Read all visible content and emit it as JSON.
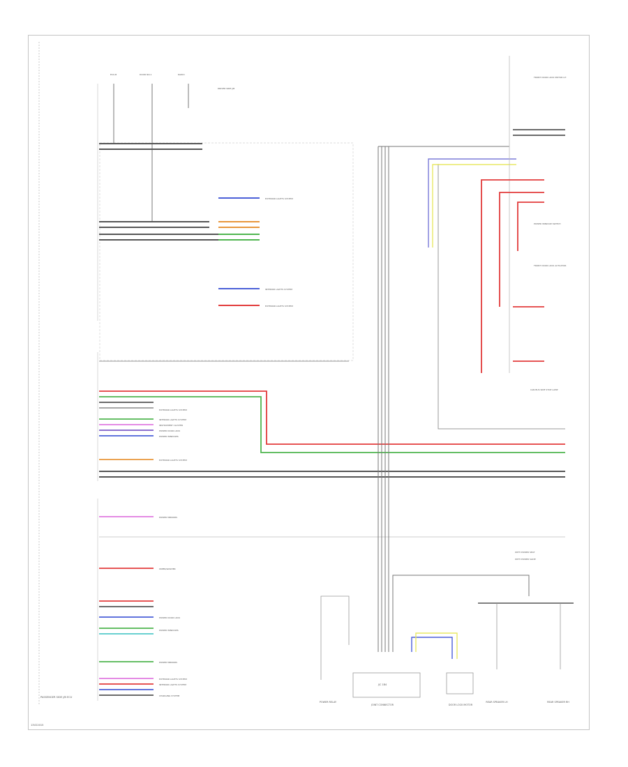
{
  "diagram": {
    "footer_code": "13V22015",
    "colors": {
      "frame": "#c4c4c4",
      "wire_dark": "#555555",
      "wire_gray": "#9a9a9a",
      "red": "#e23b3b",
      "green": "#4fb54f",
      "pink": "#e07ae0",
      "blue": "#4a5fd8",
      "purple": "#7b5bc7",
      "orange": "#e8963a",
      "yellow": "#e8e865",
      "cyan": "#52c9c9"
    },
    "components": {
      "main_unit": "PASSENGER SIDE J/B ECU",
      "left_connector": "POWER RELAY",
      "center_block": "JOINT CONNECTOR",
      "center_caption": "J/C 1B4",
      "door_lock": "DOOR LOCK MOTOR",
      "rear_left": "REAR SPEAKER LH",
      "rear_right": "REAR SPEAKER RH",
      "top_right_1": "FRONT DOOR LOCK MOTOR LH",
      "top_right_2": "POWER WINDOW SWITCH",
      "top_right_3": "FRONT DOOR LOCK ACTUATOR",
      "right_lower": "CAN BUS SIDE STOP LAMP",
      "legend_1": "WITH POWER SEAT",
      "legend_2": "WITH POWER SLIDE"
    },
    "system_labels": [
      "EXTERIOR LIGHTS SYSTEM",
      "INTERIOR LIGHTS SYSTEM",
      "INSTRUMENT CLUSTER",
      "POWER DOOR LOCK",
      "POWER WINDOWS",
      "POWER MIRRORS",
      "WIPER/WASHER",
      "CHARGING SYSTEM"
    ]
  }
}
